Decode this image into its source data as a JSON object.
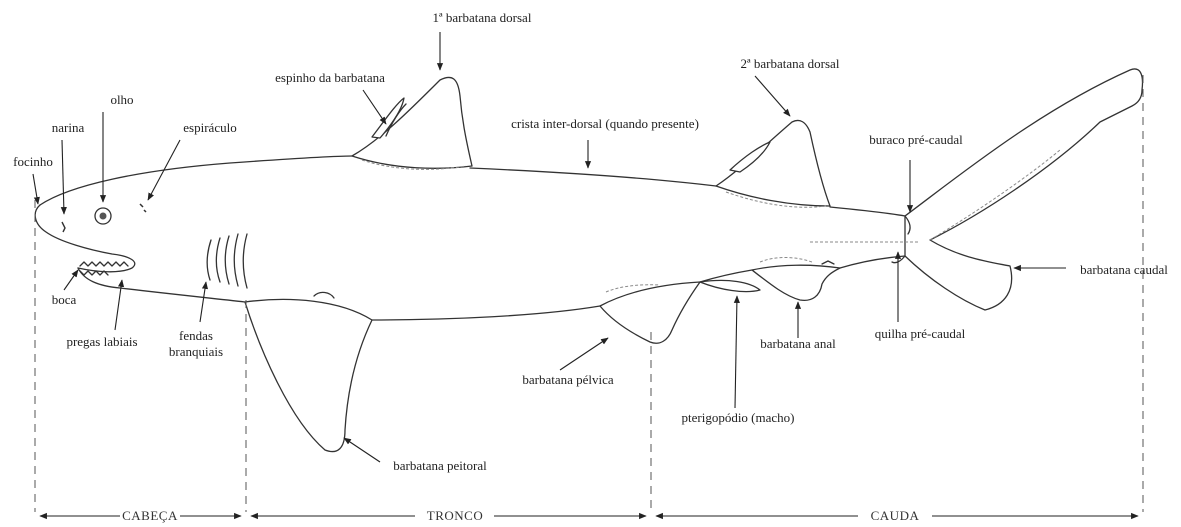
{
  "labels": {
    "dorsal_1": "1ª barbatana dorsal",
    "dorsal_2": "2ª barbatana dorsal",
    "espinho": "espinho da barbatana",
    "crista": "crista inter-dorsal (quando presente)",
    "olho": "olho",
    "narina": "narina",
    "espiraculo": "espiráculo",
    "focinho": "focinho",
    "boca": "boca",
    "pregas_labiais": "pregas labiais",
    "fendas_1": "fendas",
    "fendas_2": "branquiais",
    "barbatana_peitoral": "barbatana peitoral",
    "barbatana_pelvica": "barbatana pélvica",
    "pterigopodio": "pterigopódio (macho)",
    "barbatana_anal": "barbatana anal",
    "quilha": "quilha pré-caudal",
    "buraco": "buraco pré-caudal",
    "barbatana_caudal": "barbatana caudal"
  },
  "sections": {
    "cabeca": "CABEÇA",
    "tronco": "TRONCO",
    "cauda": "CAUDA"
  }
}
